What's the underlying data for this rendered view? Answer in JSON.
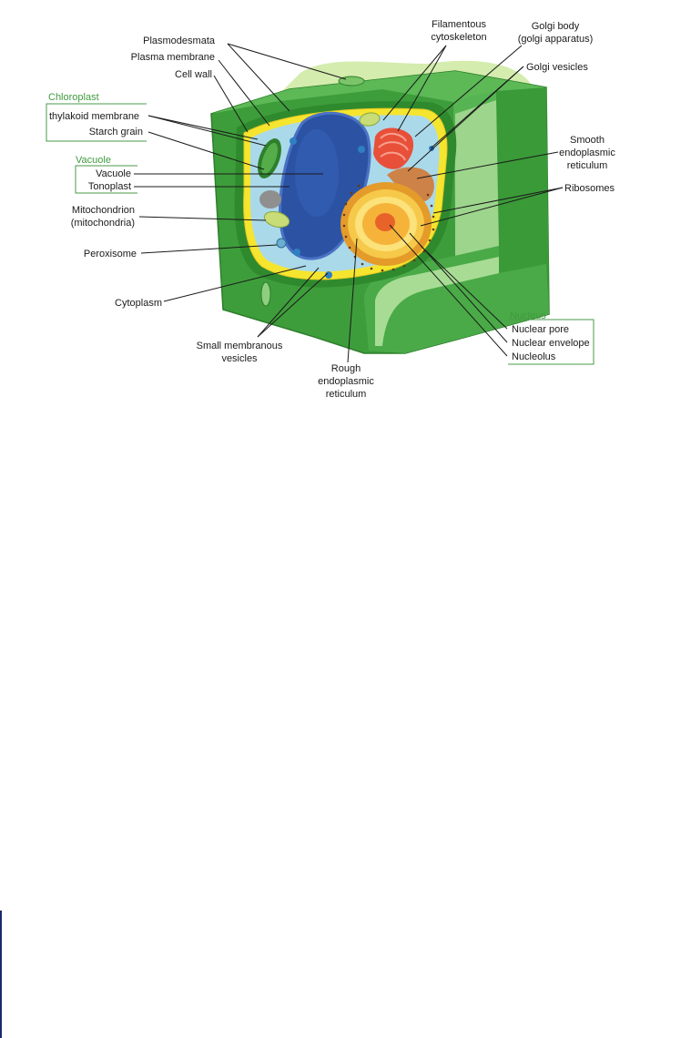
{
  "labels": {
    "plasmodesmata": "Plasmodesmata",
    "plasma_membrane": "Plasma membrane",
    "cell_wall": "Cell wall",
    "chloroplast_group": "Chloroplast",
    "thylakoid_membrane": "thylakoid membrane",
    "starch_grain": "Starch grain",
    "vacuole_group": "Vacuole",
    "vacuole": "Vacuole",
    "tonoplast": "Tonoplast",
    "mitochondrion_1": "Mitochondrion",
    "mitochondrion_2": "(mitochondria)",
    "peroxisome": "Peroxisome",
    "cytoplasm": "Cytoplasm",
    "small_vesicles_1": "Small membranous",
    "small_vesicles_2": "vesicles",
    "rough_er_1": "Rough",
    "rough_er_2": "endoplasmic",
    "rough_er_3": "reticulum",
    "filamentous_1": "Filamentous",
    "filamentous_2": "cytoskeleton",
    "golgi_body_1": "Golgi body",
    "golgi_body_2": "(golgi apparatus)",
    "golgi_vesicles": "Golgi vesicles",
    "smooth_er_1": "Smooth",
    "smooth_er_2": "endoplasmic",
    "smooth_er_3": "reticulum",
    "ribosomes": "Ribosomes",
    "nucleus_group": "Nucleus",
    "nuclear_pore": "Nuclear pore",
    "nuclear_envelope": "Nuclear envelope",
    "nucleolus": "Nucleolus"
  },
  "colors": {
    "cell_wall_dark": "#3c9a3c",
    "cell_wall_mid": "#5cb85a",
    "cell_wall_light": "#8fd07f",
    "background_blob": "#cfeaa6",
    "plasma_membrane": "#f5e430",
    "cytoplasm": "#a9d8ea",
    "vacuole": "#2f55a8",
    "nucleus": "#f2a51c",
    "golgi": "#e8503a",
    "label_group": "#3f9b3f"
  }
}
